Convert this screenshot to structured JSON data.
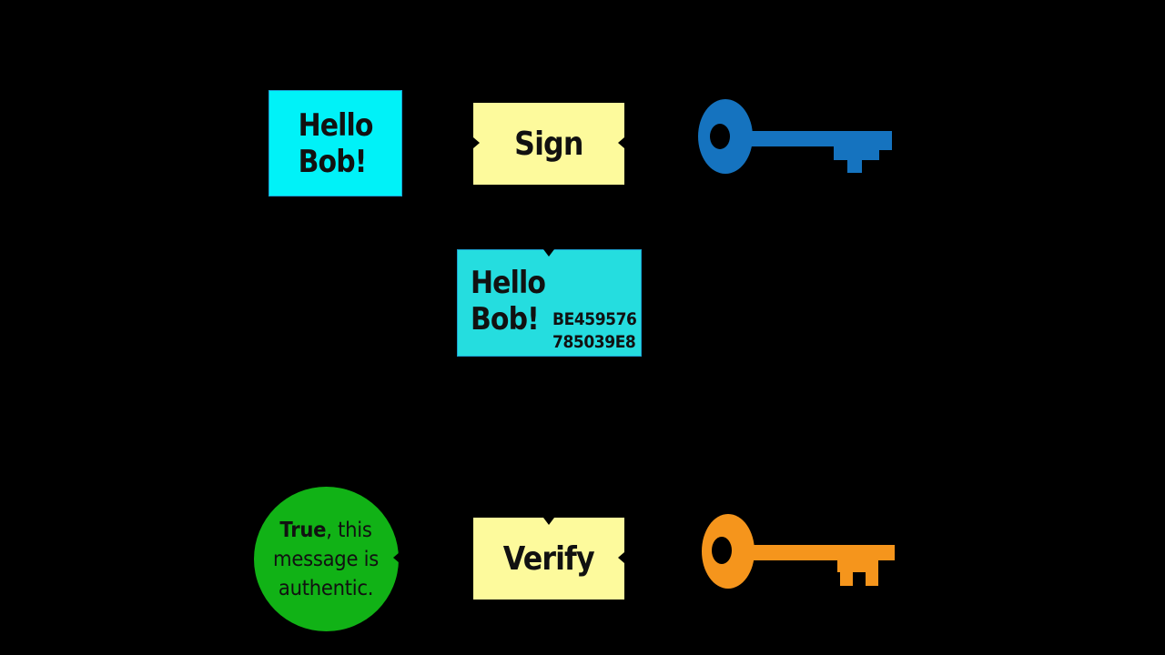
{
  "message": {
    "line1": "Hello",
    "line2": "Bob!"
  },
  "sign": {
    "label": "Sign"
  },
  "signed_message": {
    "line1": "Hello",
    "line2": "Bob!",
    "signature_line1": "BE459576",
    "signature_line2": "785039E8"
  },
  "verify": {
    "label": "Verify"
  },
  "result": {
    "strong": "True",
    "rest_line1": ", this",
    "line2": "message is",
    "line3": "authentic."
  },
  "icons": {
    "private_key": "key-icon",
    "public_key": "key-icon"
  },
  "colors": {
    "background": "#000000",
    "message_box": "#00f2f8",
    "signed_box": "#25dddf",
    "operation_box": "#fdfa9c",
    "result_circle": "#11b216",
    "private_key": "#1573bf",
    "public_key": "#f5951c"
  }
}
